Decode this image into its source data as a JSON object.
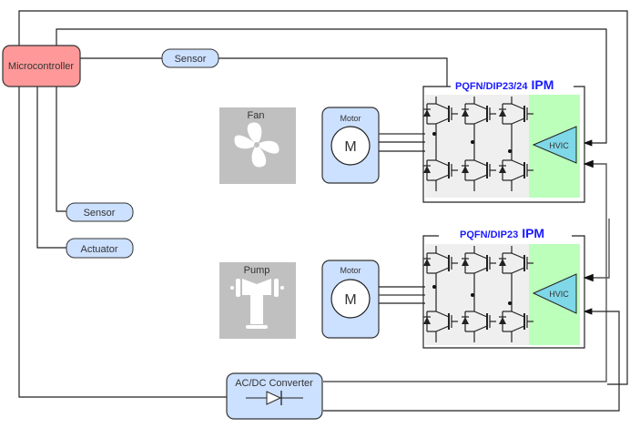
{
  "diagram": {
    "microcontroller": {
      "label": "Microcontroller",
      "color": "#ff9999"
    },
    "sensor_top": {
      "label": "Sensor"
    },
    "sensor_left": {
      "label": "Sensor"
    },
    "actuator": {
      "label": "Actuator"
    },
    "fan": {
      "label": "Fan"
    },
    "pump": {
      "label": "Pump"
    },
    "motor_top": {
      "title": "Motor",
      "symbol": "M"
    },
    "motor_bottom": {
      "title": "Motor",
      "symbol": "M"
    },
    "ipm_top": {
      "title_part": "PQFN/DIP23/24",
      "title_suffix": "IPM",
      "driver_label": "HVIC"
    },
    "ipm_bottom": {
      "title_part": "PQFN/DIP23",
      "title_suffix": "IPM",
      "driver_label": "HVIC"
    },
    "converter": {
      "label": "AC/DC Converter"
    },
    "colors": {
      "block_fill": "#cce0ff",
      "icon_bg": "#c0c0c0",
      "switch_area": "#efefef",
      "driver_area": "#bbffbb",
      "hvic_fill": "#7fd8e8",
      "title_blue": "#1a1aff"
    }
  }
}
